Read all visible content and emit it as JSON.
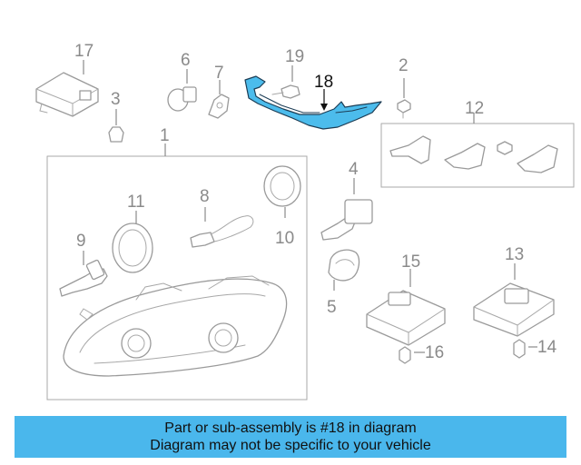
{
  "diagram": {
    "highlight_color": "#4cbcec",
    "callouts": {
      "c1": "1",
      "c2": "2",
      "c3": "3",
      "c4": "4",
      "c5": "5",
      "c6": "6",
      "c7": "7",
      "c8": "8",
      "c9": "9",
      "c10": "10",
      "c11": "11",
      "c12": "12",
      "c13": "13",
      "c14": "14",
      "c15": "15",
      "c16": "16",
      "c17": "17",
      "c18": "18",
      "c19": "19"
    }
  },
  "banner": {
    "background": "#4ab7ec",
    "line1": "Part or sub-assembly is #18 in diagram",
    "line2": "Diagram may not be specific to your vehicle"
  }
}
